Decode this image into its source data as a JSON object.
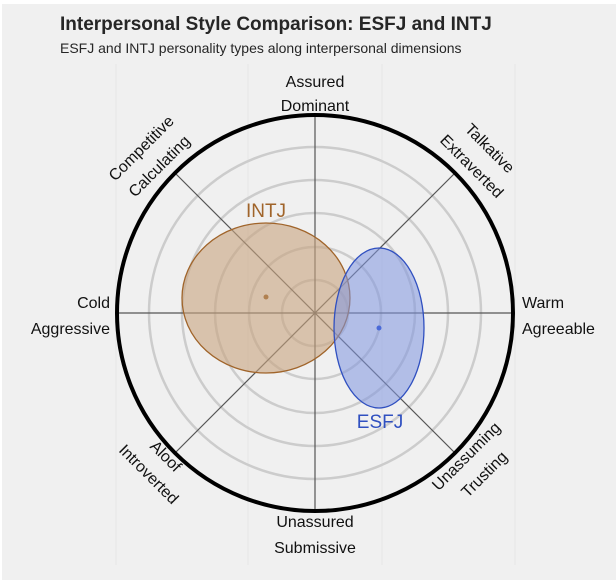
{
  "title": "Interpersonal Style Comparison: ESFJ and INTJ",
  "subtitle": "ESFJ and INTJ personality types along interpersonal dimensions",
  "axes": {
    "top": [
      "Assured",
      "Dominant"
    ],
    "bottom": [
      "Unassured",
      "Submissive"
    ],
    "left": [
      "Cold",
      "Aggressive"
    ],
    "right": [
      "Warm",
      "Agreeable"
    ],
    "top_left": [
      "Competitive",
      "Calculating"
    ],
    "top_right": [
      "Talkative",
      "Extraverted"
    ],
    "bottom_left": [
      "Aloof",
      "Introverted"
    ],
    "bottom_right": [
      "Unassuming",
      "Trusting"
    ]
  },
  "colors": {
    "background": "#f0f0f0",
    "intj": "#a0642a",
    "intj_fill": "#c8a47e",
    "esfj": "#3050c0",
    "esfj_fill": "#8096e0"
  },
  "chart_data": {
    "type": "scatter",
    "title": "Interpersonal Style Comparison: ESFJ and INTJ",
    "subtitle": "ESFJ and INTJ personality types along interpersonal dimensions",
    "coordinate_system": "circumplex (x: Cold/Aggressive -> Warm/Agreeable, y: Unassured/Submissive -> Assured/Dominant)",
    "axis_range": [
      -6,
      6
    ],
    "rings": [
      1,
      2,
      3,
      4,
      5,
      6
    ],
    "series": [
      {
        "name": "INTJ",
        "center": {
          "x": -1.5,
          "y": 0.5
        },
        "spread": {
          "x": 2.5,
          "y": 2.25
        },
        "color": "#a0642a"
      },
      {
        "name": "ESFJ",
        "center": {
          "x": 1.9,
          "y": -0.45
        },
        "spread": {
          "x": 1.35,
          "y": 2.4
        },
        "color": "#3050c0"
      }
    ],
    "legend": "labels placed next to ellipses"
  }
}
